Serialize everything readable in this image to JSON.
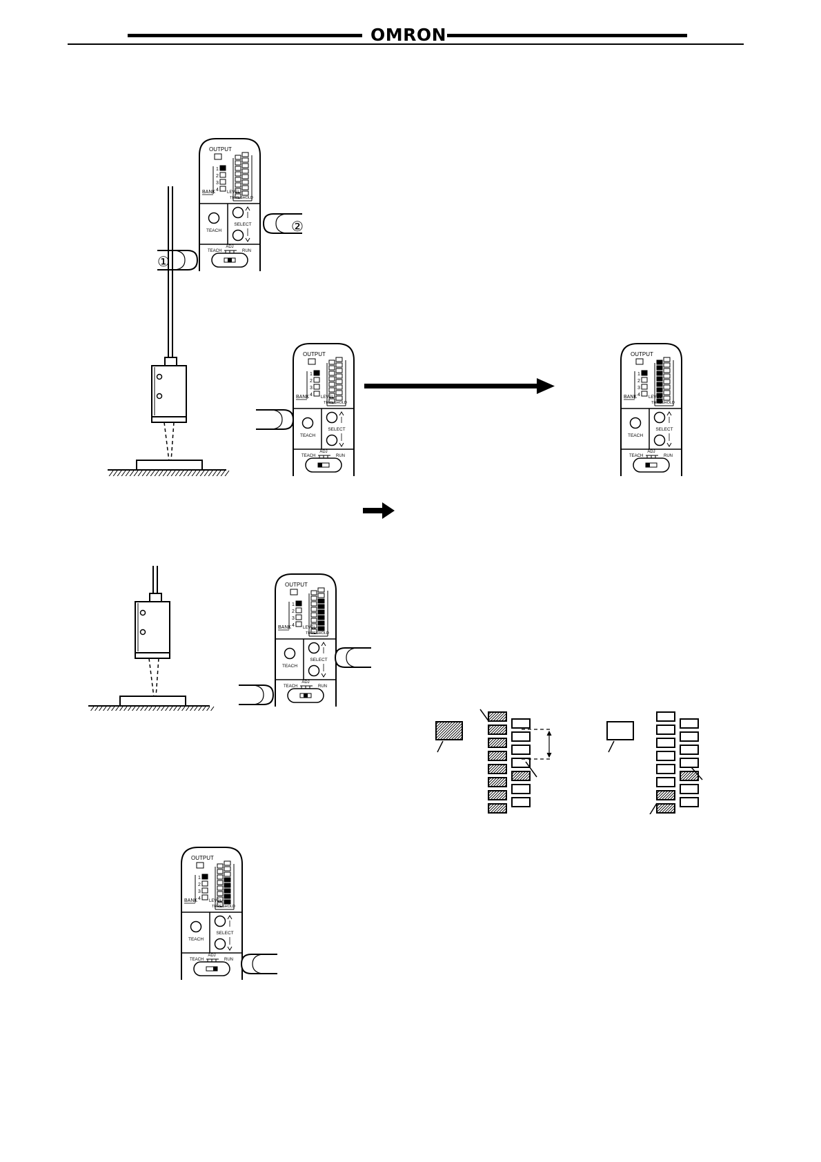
{
  "header": {
    "logo": "OMRON"
  },
  "panel_labels": {
    "output": "OUTPUT",
    "bank": "BANK",
    "level": "LEVEL",
    "threshold": "THRESHOLD",
    "teach": "TEACH",
    "select": "SELECT",
    "adj": "ADJ",
    "teach_switch": "TEACH",
    "run": "RUN",
    "bank_numbers": [
      "1",
      "2",
      "3",
      "4"
    ]
  },
  "step_markers": {
    "first": "①",
    "second": "②"
  },
  "panels": [
    {
      "id": "p1",
      "bank_selected": 1,
      "level_filled": 0,
      "threshold_filled": 0,
      "switch": "adj"
    },
    {
      "id": "p2",
      "bank_selected": 1,
      "level_filled": 0,
      "threshold_filled": 0,
      "switch": "teach"
    },
    {
      "id": "p3",
      "bank_selected": 1,
      "level_filled": 0,
      "threshold_filled": 8,
      "switch": "teach"
    },
    {
      "id": "p4",
      "bank_selected": 1,
      "level_filled": 6,
      "threshold_filled": 0,
      "switch": "adj"
    },
    {
      "id": "p5",
      "bank_selected": 1,
      "level_filled": 5,
      "threshold_filled": 0,
      "switch": "run"
    }
  ],
  "indicator_diagrams": [
    {
      "id": "d1",
      "output_hatched": true,
      "left_hatched": 8,
      "right_hatched_index": 4
    },
    {
      "id": "d2",
      "output_hatched": false,
      "left_hatched": 2,
      "right_hatched_index": 4
    }
  ]
}
